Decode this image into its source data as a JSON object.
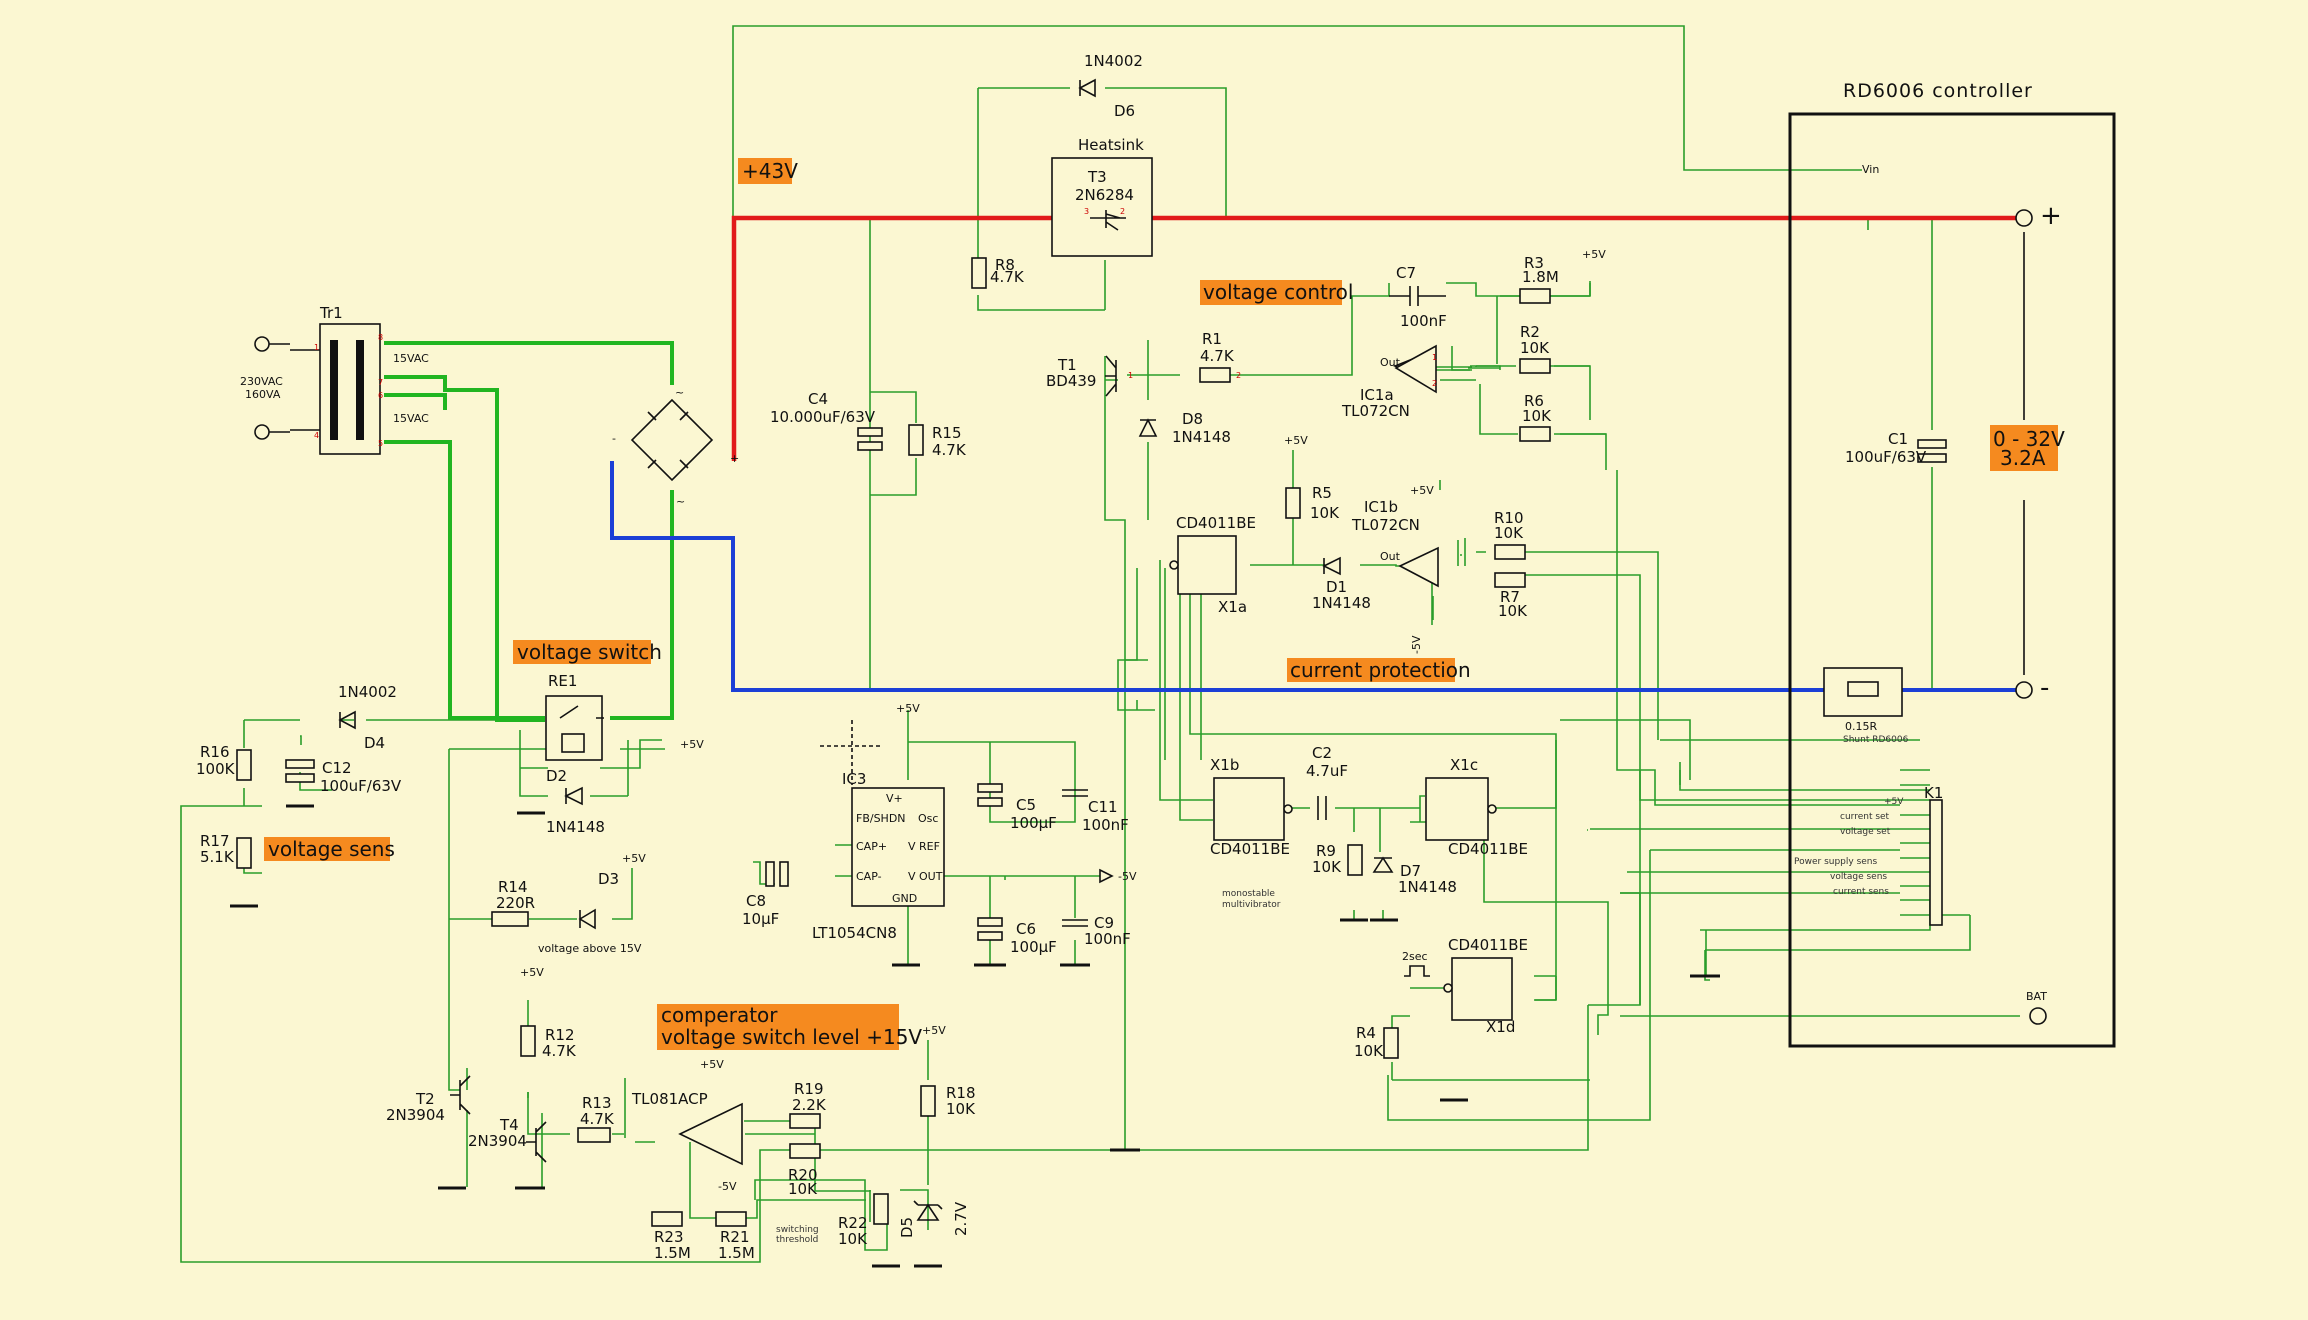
{
  "colors": {
    "background": "#fbf7d2",
    "wire": "#2a9d2a",
    "power_wire": "#21b521",
    "positive_rail": "#e11a1a",
    "negative_rail": "#1b3fd6",
    "banner": "#f58a1f",
    "pin_number": "#cc0000"
  },
  "controller": {
    "title": "RD6006 controller",
    "vin": "Vin",
    "plus": "+",
    "minus": "-",
    "bat": "BAT",
    "output_range": "0 - 32V",
    "output_current": "3.2A",
    "shunt_value": "0.15R",
    "shunt_name": "Shunt RD6006",
    "c1_name": "C1",
    "c1_value": "100uF/63V"
  },
  "banners": {
    "rail_voltage": "+43V",
    "voltage_control": "voltage control",
    "voltage_switch": "voltage switch",
    "voltage_sens": "voltage sens",
    "current_protection": "current protection",
    "comparator_1": "comperator",
    "comparator_2": "voltage switch level +15V"
  },
  "transformer": {
    "name": "Tr1",
    "input_v": "230VAC",
    "input_va": "160VA",
    "sec1": "15VAC",
    "sec2": "15VAC"
  },
  "components": {
    "d6_type": "1N4002",
    "d6_name": "D6",
    "t3_heatsink": "Heatsink",
    "t3_name": "T3",
    "t3_type": "2N6284",
    "r8_name": "R8",
    "r8_value": "4.7K",
    "c4_name": "C4",
    "c4_value": "10.000uF/63V",
    "r15_name": "R15",
    "r15_value": "4.7K",
    "t1_name": "T1",
    "t1_type": "BD439",
    "r1_name": "R1",
    "r1_value": "4.7K",
    "d8_name": "D8",
    "d8_type": "1N4148",
    "c7_name": "C7",
    "c7_value": "100nF",
    "r3_name": "R3",
    "r3_value": "1.8M",
    "r2_name": "R2",
    "r2_value": "10K",
    "r6_name": "R6",
    "r6_value": "10K",
    "ic1a_name": "IC1a",
    "ic1a_type": "TL072CN",
    "r5_name": "R5",
    "r5_value": "10K",
    "ic1b_name": "IC1b",
    "ic1b_type": "TL072CN",
    "r10_name": "R10",
    "r10_value": "10K",
    "r7_name": "R7",
    "r7_value": "10K",
    "x1a_type": "CD4011BE",
    "x1a_name": "X1a",
    "d1_name": "D1",
    "d1_type": "1N4148",
    "re1_name": "RE1",
    "d4_type": "1N4002",
    "d4_name": "D4",
    "d2_name": "D2",
    "d2_type": "1N4148",
    "r16_name": "R16",
    "r16_value": "100K",
    "c12_name": "C12",
    "c12_value": "100uF/63V",
    "r17_name": "R17",
    "r17_value": "5.1K",
    "ic3_name": "IC3",
    "ic3_type": "LT1054CN8",
    "c5_name": "C5",
    "c5_value": "100µF",
    "c11_name": "C11",
    "c11_value": "100nF",
    "c8_name": "C8",
    "c8_value": "10µF",
    "c6_name": "C6",
    "c6_value": "100µF",
    "c9_name": "C9",
    "c9_value": "100nF",
    "x1b_name": "X1b",
    "x1b_type": "CD4011BE",
    "c2_name": "C2",
    "c2_value": "4.7uF",
    "x1c_name": "X1c",
    "x1c_type": "CD4011BE",
    "r9_name": "R9",
    "r9_value": "10K",
    "d7_name": "D7",
    "d7_type": "1N4148",
    "mono1": "monostable",
    "mono2": "multivibrator",
    "x1d_type": "CD4011BE",
    "x1d_name": "X1d",
    "pulse_2sec": "2sec",
    "r4_name": "R4",
    "r4_value": "10K",
    "r14_name": "R14",
    "r14_value": "220R",
    "d3_name": "D3",
    "d3_note": "voltage above 15V",
    "r12_name": "R12",
    "r12_value": "4.7K",
    "t2_name": "T2",
    "t2_type": "2N3904",
    "t4_name": "T4",
    "t4_type": "2N3904",
    "r13_name": "R13",
    "r13_value": "4.7K",
    "tl081_type": "TL081ACP",
    "r19_name": "R19",
    "r19_value": "2.2K",
    "r20_name": "R20",
    "r20_value": "10K",
    "r18_name": "R18",
    "r18_value": "10K",
    "r23_name": "R23",
    "r23_value": "1.5M",
    "r21_name": "R21",
    "r21_value": "1.5M",
    "r22_name": "R22",
    "r22_value": "10K",
    "threshold_1": "switching",
    "threshold_2": "threshold",
    "d5_name": "D5",
    "d5_value": "2.7V"
  },
  "ic3_pins": {
    "vplus": "V+",
    "fb": "FB/SHDN",
    "osc": "Osc",
    "cap_p": "CAP+",
    "vref": "V REF",
    "cap_m": "CAP-",
    "vout": "V OUT",
    "gnd": "GND"
  },
  "supply": {
    "p5": "+5V",
    "m5": "-5V"
  },
  "k1": {
    "name": "K1",
    "p5": "+5V",
    "current_set": "current set",
    "voltage_set": "voltage set",
    "ps_sens": "Power supply sens",
    "voltage_sens": "voltage sens",
    "current_sens": "current sens"
  },
  "opamp": {
    "out": "Out"
  }
}
